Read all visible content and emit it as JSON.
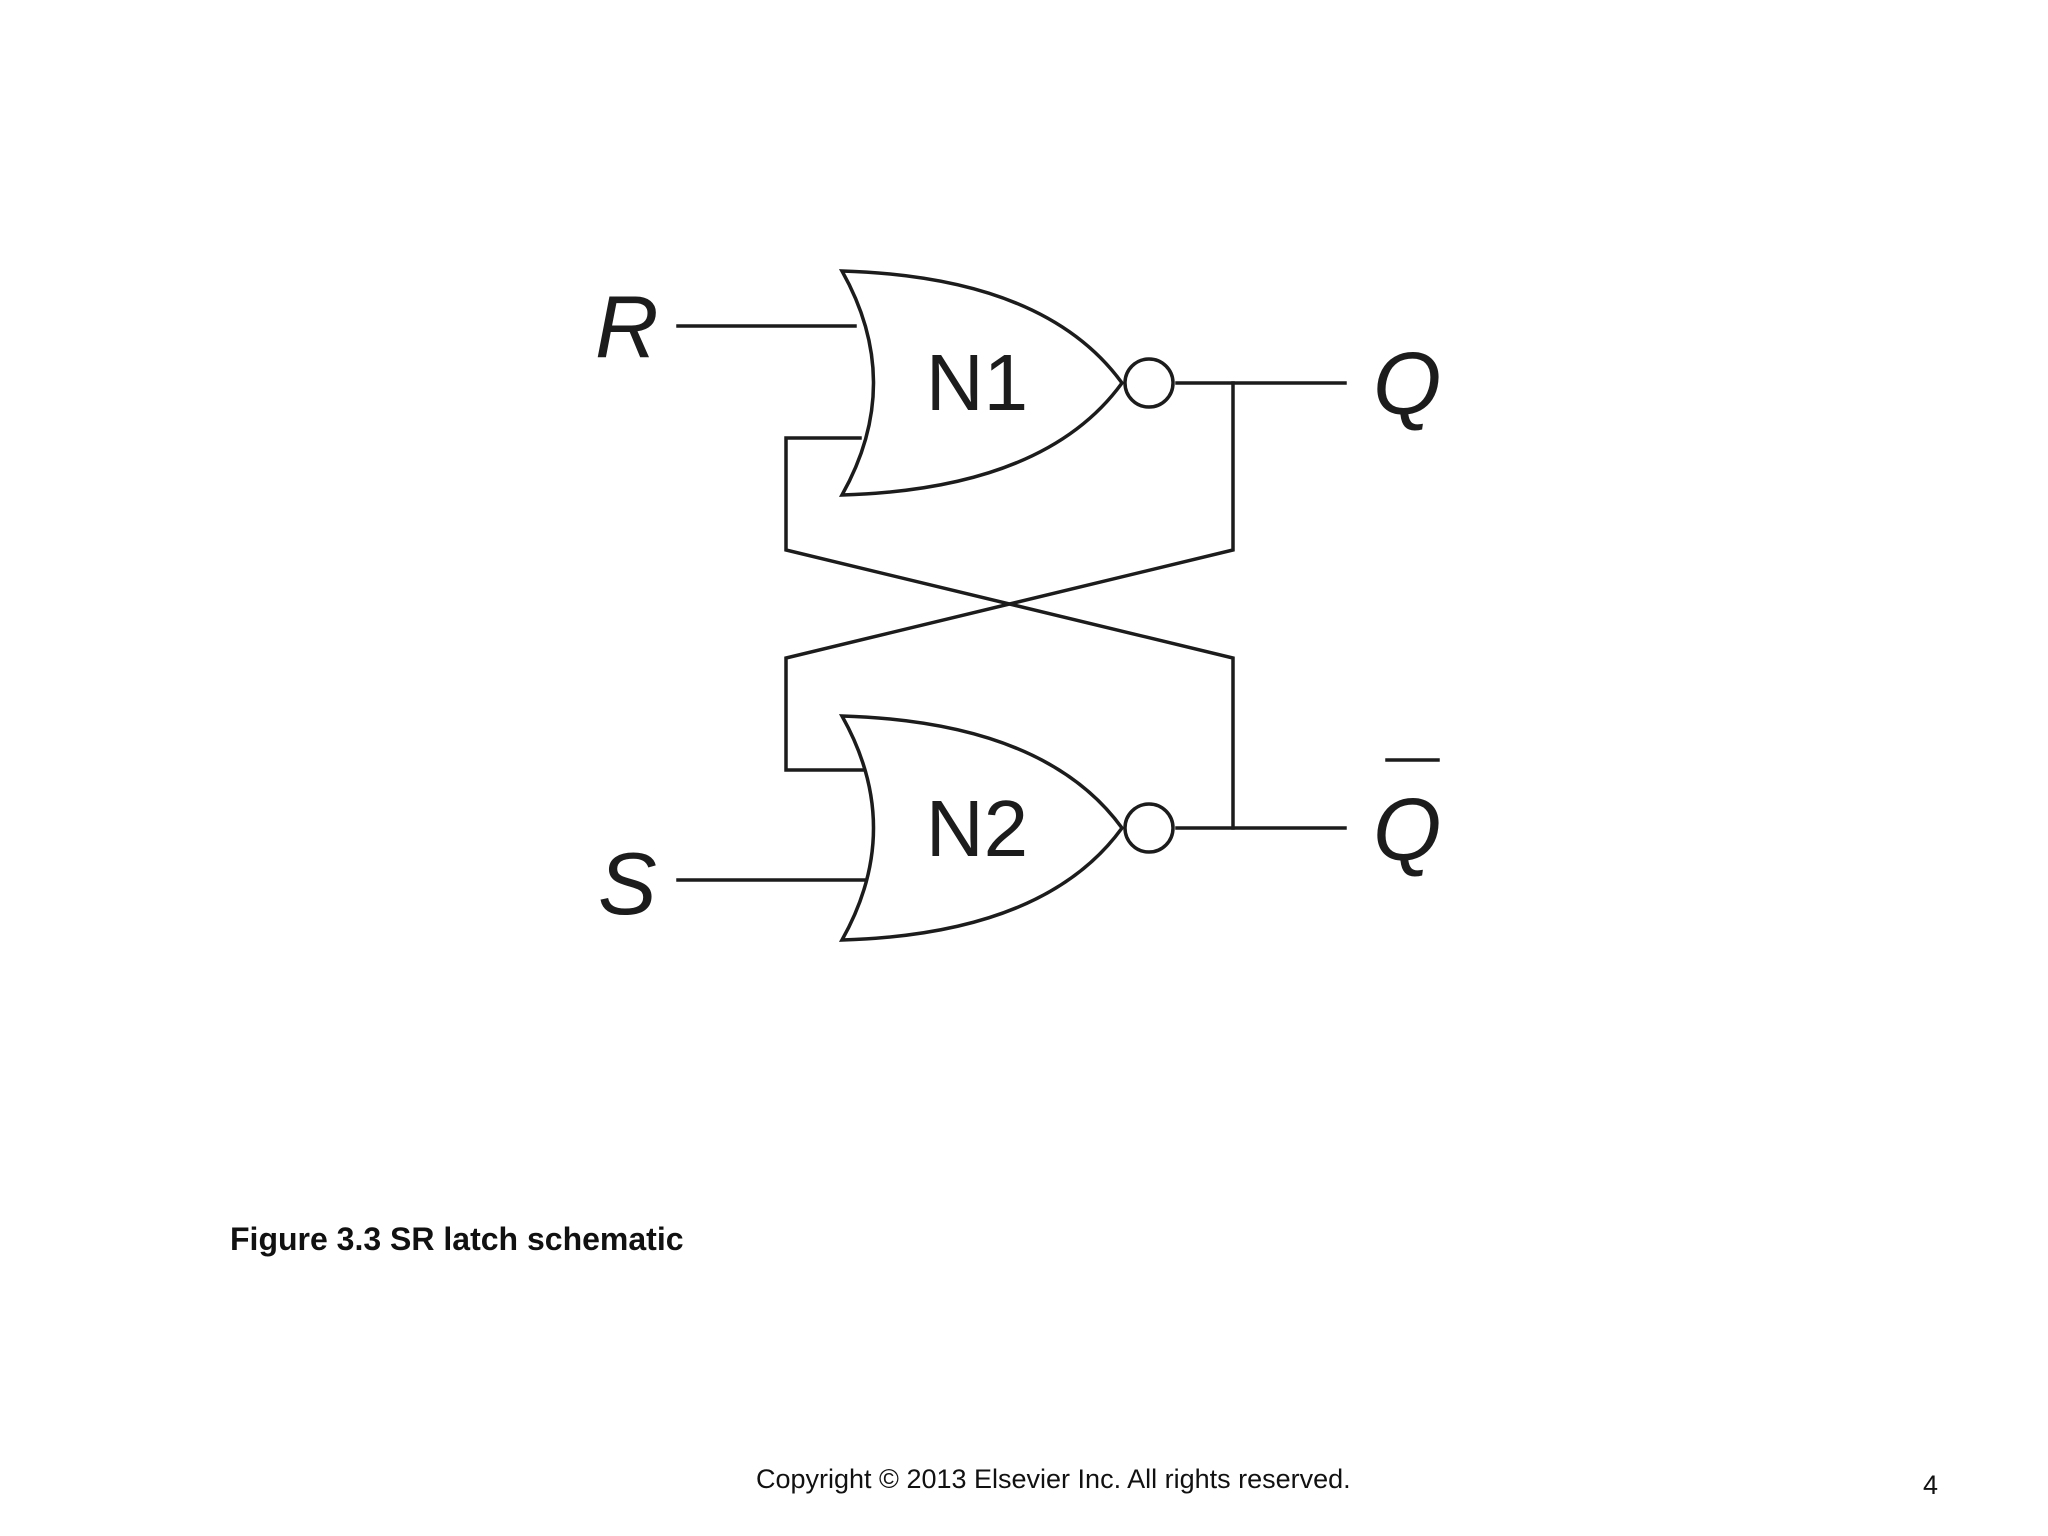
{
  "diagram": {
    "gates": [
      {
        "label": "N1"
      },
      {
        "label": "N2"
      }
    ],
    "inputs": {
      "r_label": "R",
      "s_label": "S"
    },
    "outputs": {
      "q_label": "Q",
      "q_bar_label": "Q"
    }
  },
  "caption": "Figure 3.3 SR latch schematic",
  "footer": {
    "copyright": "Copyright © 2013 Elsevier Inc. All rights reserved.",
    "page_number": "4"
  }
}
